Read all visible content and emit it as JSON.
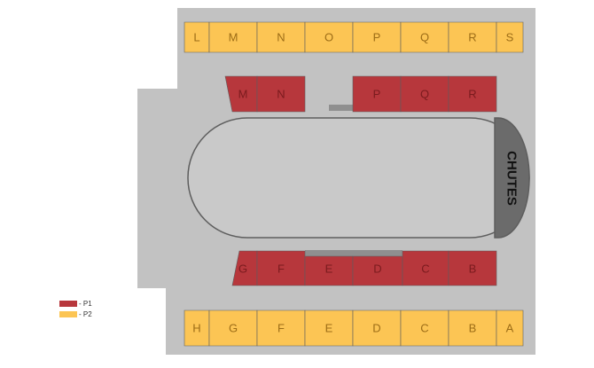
{
  "colors": {
    "p1": "#b7373c",
    "p2": "#fcc554",
    "p1_label": "#7a1b1e",
    "p2_label": "#9c6c16",
    "venue": "#c2c2c2",
    "floor": "#c9c9c9",
    "chutes": "#6b6b6b",
    "bar": "#8f8f8f",
    "stroke": "#5e5e5e"
  },
  "chutes_label": "CHUTES",
  "upper_row": [
    "L",
    "M",
    "N",
    "O",
    "P",
    "Q",
    "R",
    "S"
  ],
  "upper_inner_row": [
    "M",
    "N",
    "P",
    "Q",
    "R"
  ],
  "lower_inner_row": [
    "G",
    "F",
    "E",
    "D",
    "C",
    "B"
  ],
  "lower_row": [
    "H",
    "G",
    "F",
    "E",
    "D",
    "C",
    "B",
    "A"
  ],
  "legend": [
    {
      "key": "p1",
      "label": "- P1"
    },
    {
      "key": "p2",
      "label": "- P2"
    }
  ]
}
